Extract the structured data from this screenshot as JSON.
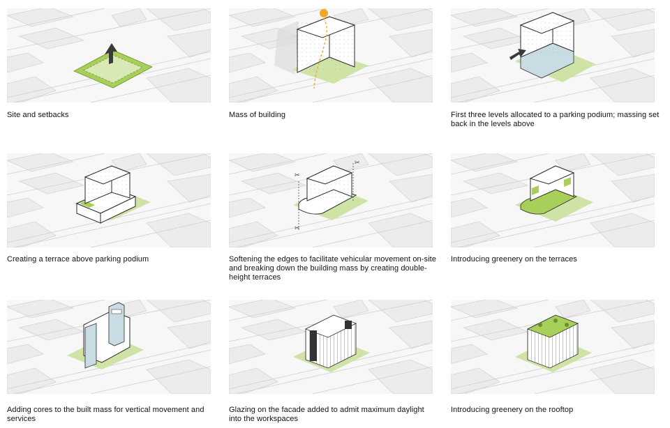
{
  "colors": {
    "green": "#a9cf5b",
    "green_light": "#cfe3a6",
    "ghost": "#ececec",
    "sun": "#f5a623",
    "glass": "#c9dce3"
  },
  "panels": [
    {
      "caption": "Site and setbacks"
    },
    {
      "caption": "Mass of building"
    },
    {
      "caption": "First three levels allocated to a parking podium; massing set back in the levels above"
    },
    {
      "caption": "Creating a terrace above parking podium"
    },
    {
      "caption": "Softening the edges to facilitate vehicular movement on-site and breaking down the building mass by creating double-height terraces"
    },
    {
      "caption": "Introducing greenery on the  terraces"
    },
    {
      "caption": "Adding cores to the built mass for vertical movement and services"
    },
    {
      "caption": "Glazing on the facade added to admit maximum daylight into the workspaces"
    },
    {
      "caption": "Introducing greenery on the rooftop"
    }
  ]
}
